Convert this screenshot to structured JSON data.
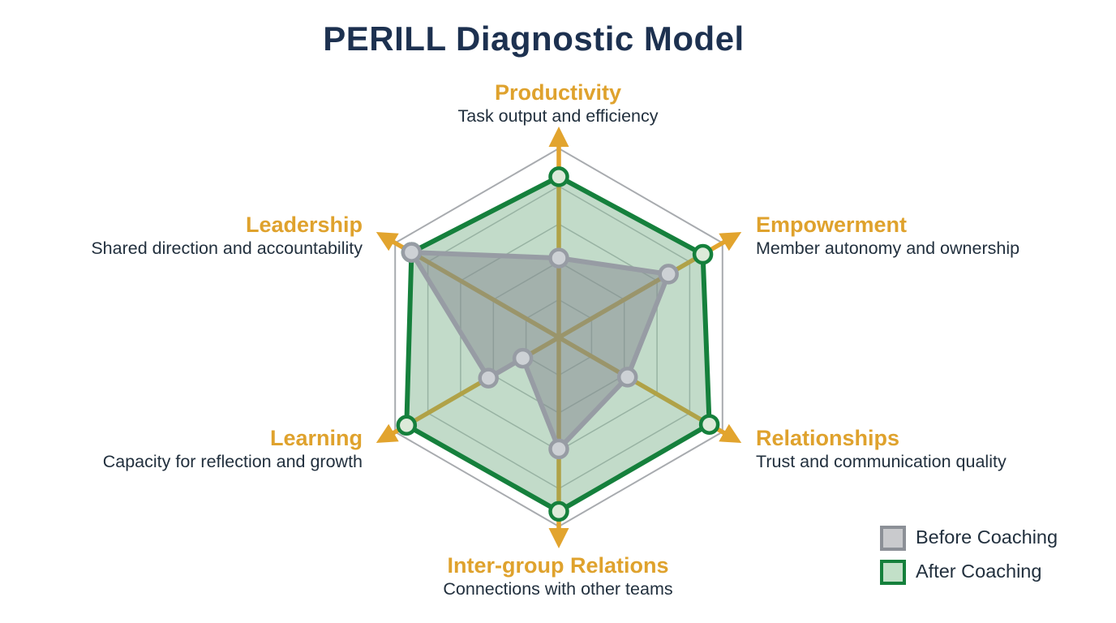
{
  "page": {
    "title": "PERILL Diagnostic Model"
  },
  "chart_data": {
    "type": "radar",
    "title": "PERILL Diagnostic Model",
    "scale": {
      "min": 0,
      "max": 10,
      "grid_levels": [
        2,
        4,
        6,
        8,
        10
      ]
    },
    "axes": [
      {
        "label": "Productivity",
        "sublabel": "Task output and efficiency"
      },
      {
        "label": "Empowerment",
        "sublabel": "Member autonomy and ownership"
      },
      {
        "label": "Relationships",
        "sublabel": "Trust and communication quality"
      },
      {
        "label": "Inter-group Relations",
        "sublabel": "Connections with other teams"
      },
      {
        "label": "Learning",
        "sublabel": "Capacity for reflection and growth"
      },
      {
        "label": "Leadership",
        "sublabel": "Shared direction and accountability"
      }
    ],
    "series": [
      {
        "name": "Before Coaching",
        "values": [
          4.2,
          6.7,
          4.2,
          5.9,
          4.3,
          9.0
        ],
        "drawn_points": [
          [
            0,
            4.2
          ],
          [
            1,
            6.7
          ],
          [
            2,
            4.2
          ],
          [
            3,
            5.9
          ],
          [
            4,
            2.2
          ],
          [
            4,
            4.3
          ],
          [
            5,
            9.0
          ]
        ],
        "stroke": "#979ca4",
        "fill": "#84888f",
        "fill_opacity": 0.5,
        "marker_fill": "#cdd1d5"
      },
      {
        "name": "After Coaching",
        "values": [
          8.5,
          8.8,
          9.2,
          9.2,
          9.3,
          9.0
        ],
        "drawn_points": [
          [
            0,
            8.5
          ],
          [
            1,
            8.8
          ],
          [
            2,
            9.2
          ],
          [
            3,
            9.2
          ],
          [
            4,
            9.3
          ],
          [
            5,
            9.0
          ]
        ],
        "stroke": "#15803c",
        "fill": "#5ea172",
        "fill_opacity": 0.38,
        "marker_fill": "#dcead9"
      }
    ],
    "legend": [
      {
        "label": "Before Coaching",
        "swatch_fill": "#c9cacd",
        "swatch_border": "#8c9097"
      },
      {
        "label": "After Coaching",
        "swatch_fill": "#c2e0c8",
        "swatch_border": "#15803c"
      }
    ],
    "colors": {
      "axis": "#e2a42e",
      "label": "#dfa22d",
      "sublabel": "#22303e",
      "title": "#1d3150",
      "grid": "#bcbfc2",
      "grid_outer": "#a8abaf"
    },
    "legend_position": "bottom-right",
    "grid": true
  }
}
